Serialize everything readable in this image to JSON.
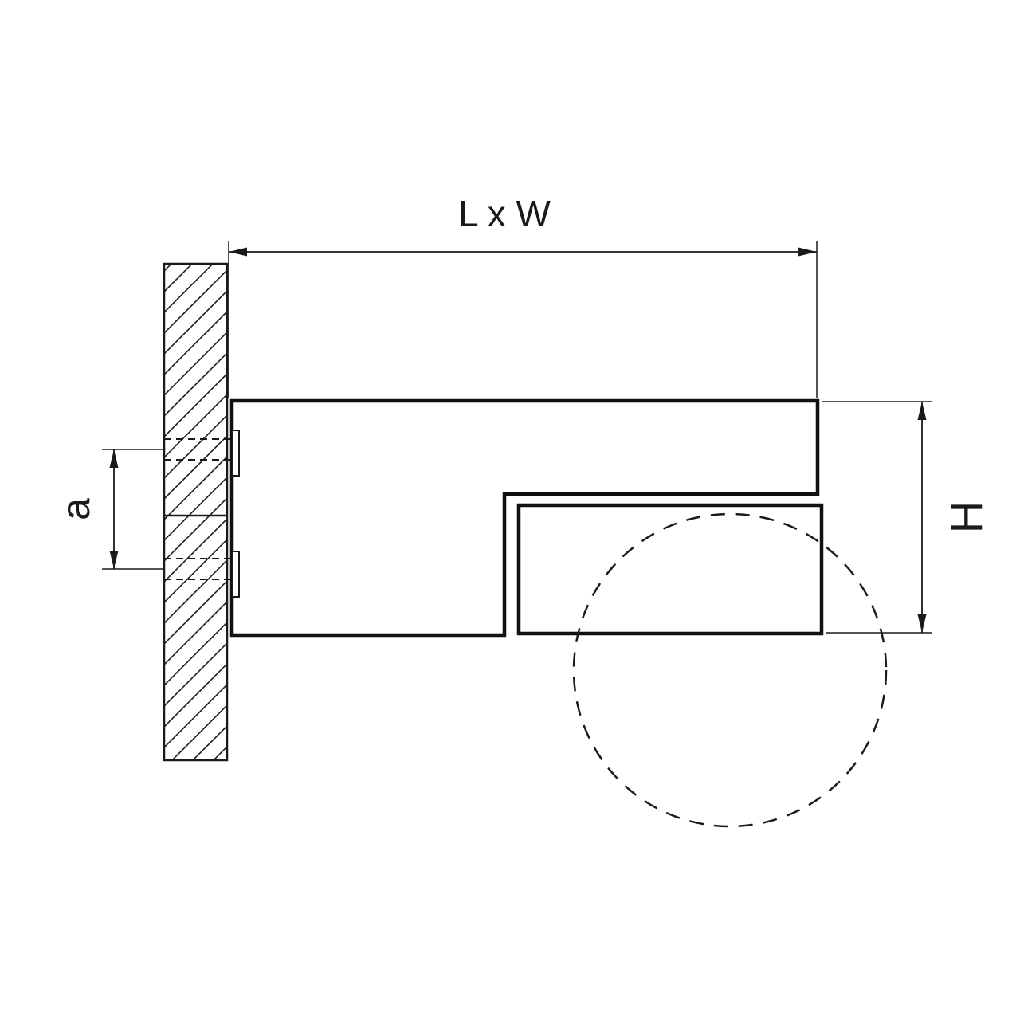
{
  "diagram": {
    "type": "technical-dimension-drawing",
    "description": "Side profile of a wall-mounted shelf/glass clamp bracket with dimension annotations",
    "labels": {
      "length_width": "L x W",
      "height": "H",
      "hole_spacing": "a"
    },
    "colors": {
      "line": "#1a1a1a",
      "outline_thick": "#111111",
      "background": "#ffffff"
    },
    "elements": {
      "wall": "hatched wall cross-section",
      "bracket": "clamp bracket profile attached to wall",
      "mounting_holes": "two dashed screw holes through wall",
      "clamped_object": "dashed circle (round object held by clamp)"
    }
  }
}
